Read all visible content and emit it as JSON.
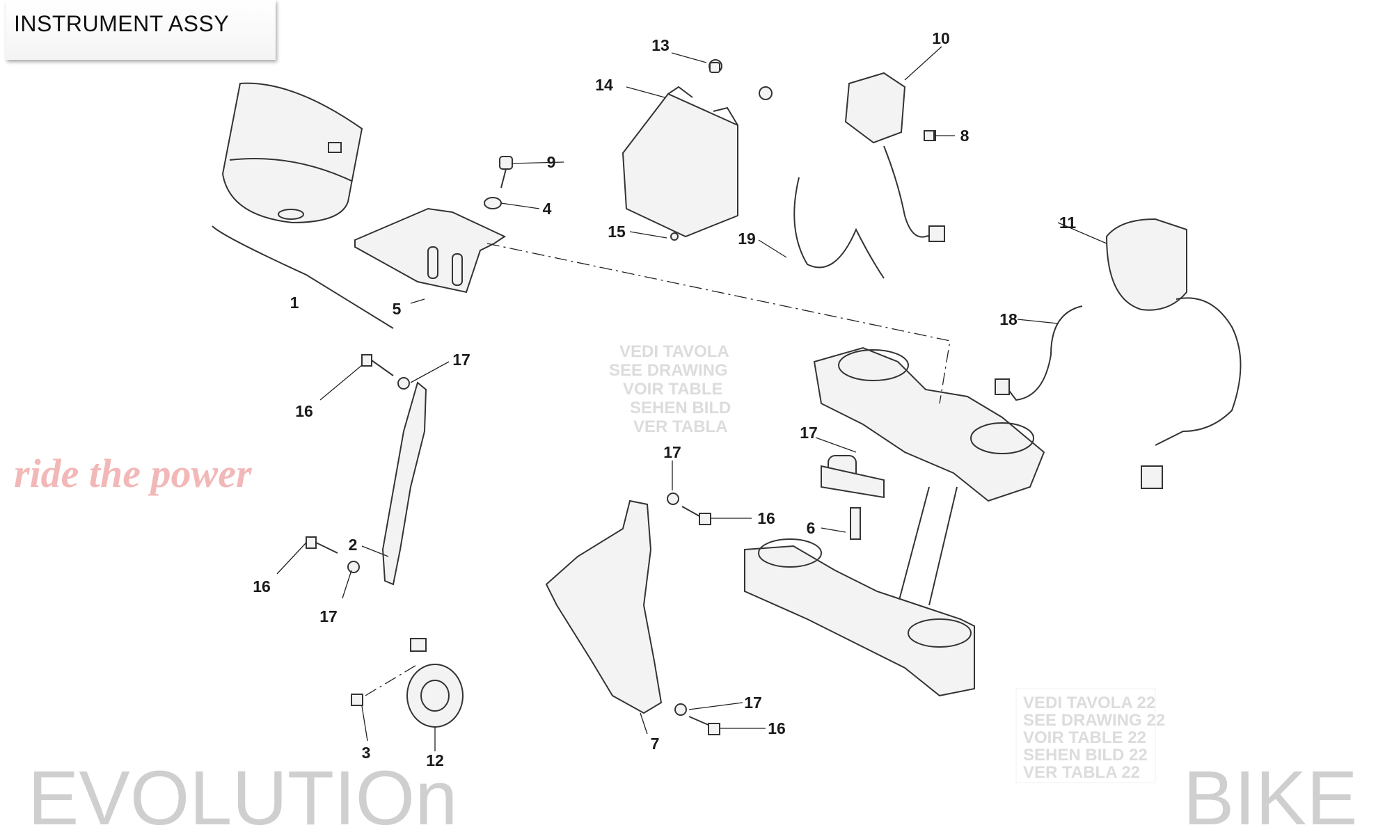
{
  "title": "INSTRUMENT ASSY",
  "watermark": {
    "brand_left": "EVOLUTIOn",
    "brand_right": "BIKE",
    "slogan": "ride the power"
  },
  "reference_notes": {
    "center": [
      "VEDI TAVOLA",
      "SEE DRAWING",
      "VOIR TABLE",
      "SEHEN BILD",
      "VER TABLA"
    ],
    "bottom_right": [
      "VEDI TAVOLA 22",
      "SEE DRAWING 22",
      "VOIR TABLE 22",
      "SEHEN BILD 22",
      "VER TABLA 22"
    ]
  },
  "callouts": [
    "1",
    "2",
    "3",
    "4",
    "5",
    "6",
    "7",
    "8",
    "9",
    "10",
    "11",
    "12",
    "13",
    "14",
    "15",
    "16",
    "16",
    "16",
    "16",
    "17",
    "17",
    "17",
    "17",
    "17",
    "18",
    "19"
  ]
}
